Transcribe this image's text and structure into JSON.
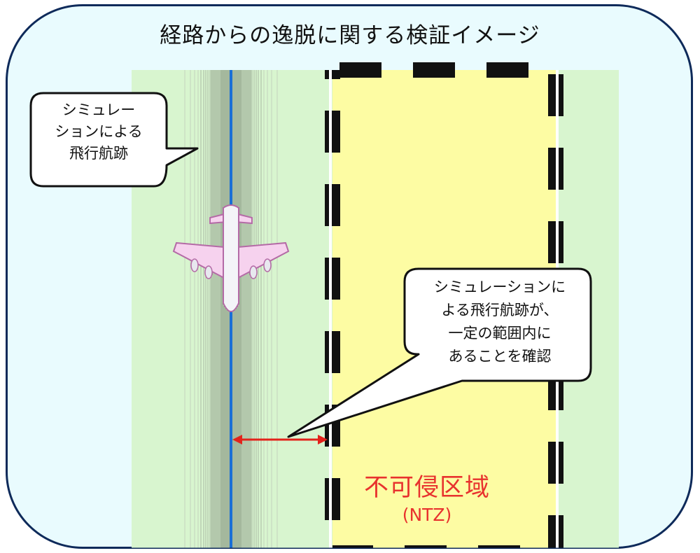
{
  "title": "経路からの逸脱に関する検証イメージ",
  "callouts": {
    "flight_track": [
      "シミュレー",
      "ションによる",
      "飛行航跡"
    ],
    "verification": [
      "シミュレーションに",
      "よる飛行航跡が、",
      "一定の範囲内に",
      "あることを確認"
    ]
  },
  "ntz": {
    "name": "不可侵区域",
    "abbr": "(NTZ)"
  },
  "colors": {
    "frame_border": "#0e2a5a",
    "frame_fill": "#e9fbfe",
    "zone_green": "#d8f5cf",
    "ntz_yellow": "#fdfca3",
    "course_line": "#1a6fd6",
    "measure_arrow": "#e3221b",
    "ntz_text": "#e8322e"
  },
  "icons": {
    "aircraft": "airplane-icon",
    "arrow": "double-arrow-icon"
  }
}
